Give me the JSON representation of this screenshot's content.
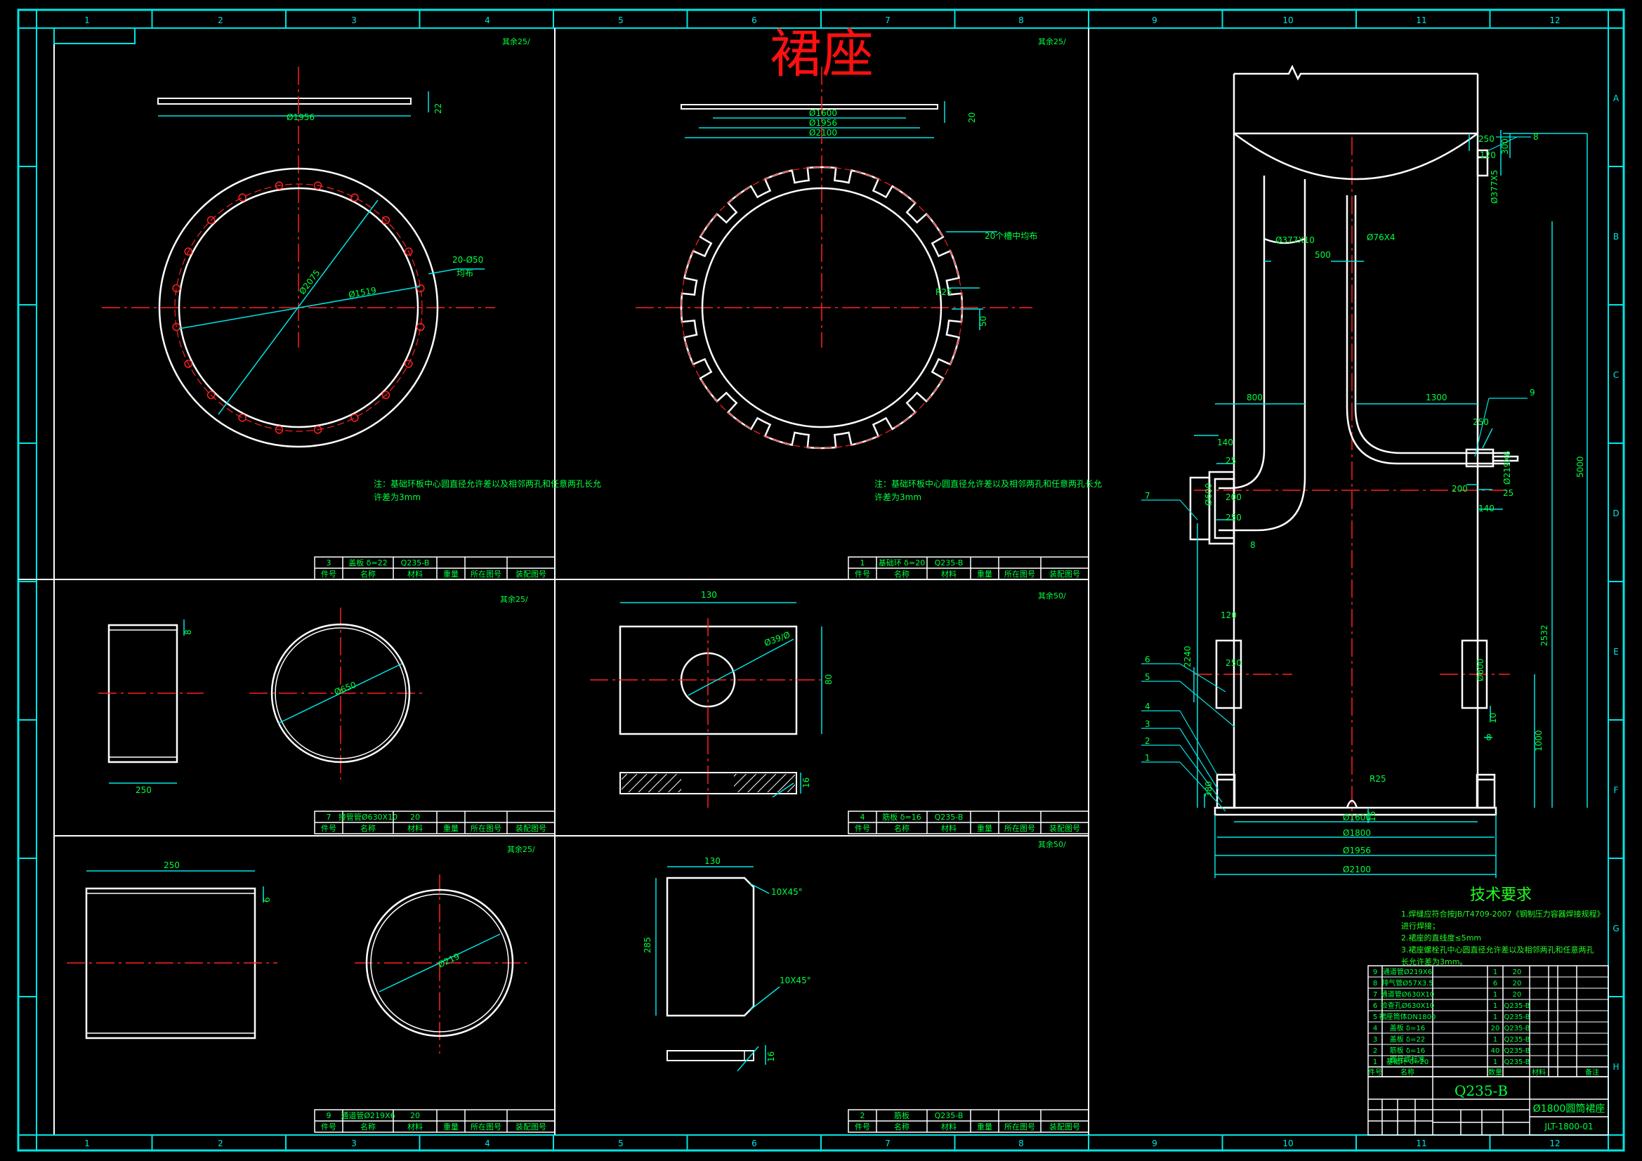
{
  "title": "裙座",
  "border_columns": [
    "1",
    "2",
    "3",
    "4",
    "5",
    "6",
    "7",
    "8",
    "9",
    "10",
    "11",
    "12"
  ],
  "border_rows": [
    "A",
    "B",
    "C",
    "D",
    "E",
    "F",
    "G",
    "H"
  ],
  "roughness": {
    "p1": "其余25/",
    "p2": "其余25/",
    "p3": "其余25/",
    "p4": "其余50/",
    "p5": "其余25/",
    "p6": "其余50/"
  },
  "parts": {
    "base_ring": {
      "dims": {
        "od": "Ø1956",
        "thk": "22",
        "pcd": "Ø2075",
        "id": "Ø1519",
        "holes": "20-Ø50",
        "holes_note": "均布"
      },
      "note_l1": "注：基础环板中心圆直径允许差以及相邻两孔和任意两孔长允",
      "note_l2": "许差为3mm",
      "row": [
        "3",
        "盖板 δ=22",
        "Q235-B",
        "",
        "",
        ""
      ]
    },
    "base_plate": {
      "dims": {
        "d1": "Ø1600",
        "d2": "Ø1956",
        "d3": "Ø2100",
        "thk": "20",
        "slots": "20个槽中均布",
        "r": "R25",
        "w": "50"
      },
      "note_l1": "注：基础环板中心圆直径允许差以及相邻两孔和任意两孔长允",
      "note_l2": "许差为3mm",
      "row": [
        "1",
        "基础环 δ=20",
        "Q235-B",
        "",
        "",
        ""
      ]
    },
    "tube7": {
      "dims": {
        "len": "250",
        "thk": "8",
        "dia": "Ø650"
      },
      "row": [
        "7",
        "接管管Ø630X10",
        "20",
        "",
        "",
        ""
      ]
    },
    "plate4": {
      "dims": {
        "w": "130",
        "h": "80",
        "hole": "Ø39/Ø",
        "thk": "16"
      },
      "row": [
        "4",
        "筋板 δ=16",
        "Q235-B",
        "",
        "",
        ""
      ]
    },
    "tube9": {
      "dims": {
        "len": "250",
        "thk": "6",
        "dia": "Ø219"
      },
      "row": [
        "9",
        "通道管Ø219X6",
        "20",
        "",
        "",
        ""
      ]
    },
    "rib2": {
      "dims": {
        "w": "130",
        "h": "285",
        "ch1": "10X45°",
        "ch2": "10X45°",
        "thk": "16"
      },
      "row": [
        "2",
        "筋板",
        "Q235-B",
        "",
        "",
        ""
      ]
    },
    "header": [
      "件号",
      "名称",
      "材料",
      "重量",
      "所在图号",
      "装配图号"
    ]
  },
  "assembly": {
    "dims": {
      "top1": "250",
      "top2": "120",
      "top3": "300",
      "tag8a": "8",
      "side1": "Ø377X5",
      "pipe1": "Ø377X10",
      "d500": "500",
      "pipe2": "Ø76X4",
      "d800": "800",
      "d1300": "1300",
      "d140a": "140",
      "d25a": "25",
      "d200a": "200",
      "d250a": "250",
      "d600a": "Ø600",
      "d8a": "8",
      "d250b": "250",
      "d200b": "200",
      "d25b": "25",
      "d140b": "140",
      "d219": "Ø219X6",
      "h5000": "5000",
      "h2532": "2532",
      "h2240": "2240",
      "d120": "120",
      "d250c": "250",
      "d600b": "Ø600",
      "d10": "10",
      "d8b": "8",
      "h1000": "1000",
      "d380": "380",
      "r25": "R25",
      "d16": "16",
      "d1600": "Ø1600",
      "d1800": "Ø1800",
      "d1956": "Ø1956",
      "d2100": "Ø2100"
    },
    "balloons": [
      "7",
      "6",
      "5",
      "4",
      "3",
      "2",
      "1",
      "8",
      "9"
    ]
  },
  "tech": {
    "heading": "技术要求",
    "l1": "1.焊缝应符合按JB/T4709-2007《钢制压力容器焊接规程》",
    "l2": "进行焊接；",
    "l3": "2.裙座的直线度≤5mm",
    "l4": "3.裙座螺栓孔中心圆直径允许差以及相邻两孔和任意两孔",
    "l5": "长允许差为3mm。"
  },
  "bom": {
    "rows": [
      [
        "9",
        "通道管Ø219X6",
        "1",
        "20"
      ],
      [
        "8",
        "排气管Ø57X3.5",
        "6",
        "20"
      ],
      [
        "7",
        "通道管Ø630X10",
        "1",
        "20"
      ],
      [
        "6",
        "检查孔Ø630X10",
        "1",
        "Q235-B"
      ],
      [
        "5",
        "裙座筒体DN1800",
        "1",
        "Q235-B"
      ],
      [
        "4",
        "盖板 δ=16",
        "20",
        "Q235-B"
      ],
      [
        "3",
        "盖板 δ=22",
        "1",
        "Q235-B"
      ],
      [
        "2",
        "筋板 δ=16",
        "40",
        "Q235-B"
      ],
      [
        "1",
        "基础环 δ=20",
        "1",
        "Q235-B"
      ]
    ],
    "header": [
      "件号",
      "名称",
      "数量",
      "材料"
    ],
    "std": "图号或标准",
    "material": "Q235-B",
    "name": "Ø1800圆筒裙座",
    "drawing_no": "JLT-1800-01",
    "rem": "备注"
  },
  "colors": {
    "bg": "#000000",
    "frame": "#00e5e5",
    "line": "#ffffff",
    "center": "#ff2020",
    "dim": "#00ff40",
    "tech": "#20ff20",
    "title": "#ff1010"
  }
}
